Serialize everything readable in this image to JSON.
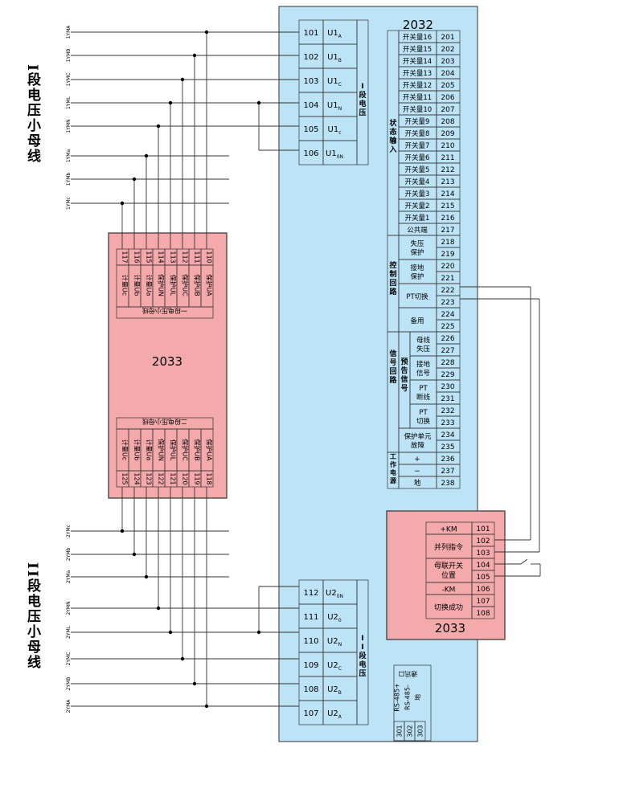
{
  "bus1_title": "I段电压小母线",
  "bus2_title": "II段电压小母线",
  "bus1_labels": [
    "1YMA",
    "1YMB",
    "1YMC",
    "1YML",
    "1YMN",
    "1YMa",
    "1YMb",
    "1YMc"
  ],
  "bus2_labels": [
    "2YMc",
    "2YMb",
    "2YMa",
    "2YMN",
    "2YML",
    "2YMC",
    "2YMB",
    "2YMA"
  ],
  "main_unit": {
    "title": "2032",
    "section1_label": "I段电压",
    "section1_rows": [
      {
        "terminal": "101",
        "signal": "U1",
        "sub": "A"
      },
      {
        "terminal": "102",
        "signal": "U1",
        "sub": "B"
      },
      {
        "terminal": "103",
        "signal": "U1",
        "sub": "C"
      },
      {
        "terminal": "104",
        "signal": "U1",
        "sub": "N"
      },
      {
        "terminal": "105",
        "signal": "U1",
        "sub": "c"
      },
      {
        "terminal": "106",
        "signal": "U1",
        "sub": "0N"
      }
    ],
    "section2_label": "II段电压",
    "section2_rows": [
      {
        "terminal": "112",
        "signal": "U2",
        "sub": "0N"
      },
      {
        "terminal": "111",
        "signal": "U2",
        "sub": "0"
      },
      {
        "terminal": "110",
        "signal": "U2",
        "sub": "N"
      },
      {
        "terminal": "109",
        "signal": "U2",
        "sub": "C"
      },
      {
        "terminal": "108",
        "signal": "U2",
        "sub": "B"
      },
      {
        "terminal": "107",
        "signal": "U2",
        "sub": "A"
      }
    ],
    "status_group": "状态输入",
    "status_rows": [
      {
        "label": "开关量16",
        "terminal": "201"
      },
      {
        "label": "开关量15",
        "terminal": "202"
      },
      {
        "label": "开关量14",
        "terminal": "203"
      },
      {
        "label": "开关量13",
        "terminal": "204"
      },
      {
        "label": "开关量12",
        "terminal": "205"
      },
      {
        "label": "开关量11",
        "terminal": "206"
      },
      {
        "label": "开关量10",
        "terminal": "207"
      },
      {
        "label": "开关量9",
        "terminal": "208"
      },
      {
        "label": "开关量8",
        "terminal": "209"
      },
      {
        "label": "开关量7",
        "terminal": "210"
      },
      {
        "label": "开关量6",
        "terminal": "211"
      },
      {
        "label": "开关量5",
        "terminal": "212"
      },
      {
        "label": "开关量4",
        "terminal": "213"
      },
      {
        "label": "开关量3",
        "terminal": "214"
      },
      {
        "label": "开关量2",
        "terminal": "215"
      },
      {
        "label": "开关量1",
        "terminal": "216"
      },
      {
        "label": "公共端",
        "terminal": "217"
      }
    ],
    "control_group": "控制回路",
    "control_rows": [
      {
        "label": "失压保护",
        "terminals": [
          "218",
          "219"
        ]
      },
      {
        "label": "接地保护",
        "terminals": [
          "220",
          "221"
        ]
      },
      {
        "label": "PT切换",
        "terminals": [
          "222",
          "223"
        ]
      },
      {
        "label": "备用",
        "terminals": [
          "224",
          "225"
        ]
      }
    ],
    "signal_group": "信号回路",
    "signal_sub": "预告信号",
    "signal_rows": [
      {
        "label": "母线失压",
        "terminals": [
          "226",
          "227"
        ]
      },
      {
        "label": "接地信号",
        "terminals": [
          "228",
          "229"
        ]
      },
      {
        "label": "PT断线",
        "terminals": [
          "230",
          "231"
        ]
      },
      {
        "label": "PT切换",
        "terminals": [
          "232",
          "233"
        ]
      },
      {
        "label": "保护单元故障",
        "terminals": [
          "234",
          "235"
        ]
      }
    ],
    "power_group": "工作电源",
    "power_rows": [
      {
        "label": "+",
        "terminal": "236"
      },
      {
        "label": "−",
        "terminal": "237"
      },
      {
        "label": "地",
        "terminal": "238"
      }
    ],
    "comm_title": "通讯口",
    "comm_rows": [
      {
        "terminal": "301",
        "label": "RS-485+"
      },
      {
        "terminal": "302",
        "label": "RS-485-"
      },
      {
        "terminal": "303",
        "label": "地"
      }
    ]
  },
  "pink_unit_a": {
    "title": "2033",
    "top_terminals": [
      "117",
      "116",
      "115",
      "114",
      "113",
      "112",
      "111",
      "110"
    ],
    "top_labels": [
      "计量Uc",
      "计量Ub",
      "计量Ua",
      "保护UN",
      "保护UL",
      "保护UC",
      "保护UB",
      "保护UA"
    ],
    "top_caption": "一段电压小母线",
    "bottom_terminals": [
      "125",
      "124",
      "123",
      "122",
      "121",
      "120",
      "119",
      "118"
    ],
    "bottom_labels": [
      "计量Uc",
      "计量Ub",
      "计量Ua",
      "保护UN",
      "保护UL",
      "保护UC",
      "保护UB",
      "保护UA"
    ],
    "bottom_caption": "二段电压小母线"
  },
  "pink_unit_b": {
    "title": "2033",
    "rows": [
      {
        "label": "+KM",
        "terminals": [
          "101"
        ]
      },
      {
        "label": "并列指令",
        "terminals": [
          "102",
          "103"
        ]
      },
      {
        "label": "母联开关位置",
        "terminals": [
          "104",
          "105"
        ]
      },
      {
        "label": "-KM",
        "terminals": [
          "106"
        ]
      },
      {
        "label": "切换成功",
        "terminals": [
          "107",
          "108"
        ]
      }
    ]
  },
  "colors": {
    "main_fill": "#bde3f7",
    "pink_fill": "#f4a9ab",
    "pink_border": "#333333",
    "line": "#333333"
  }
}
